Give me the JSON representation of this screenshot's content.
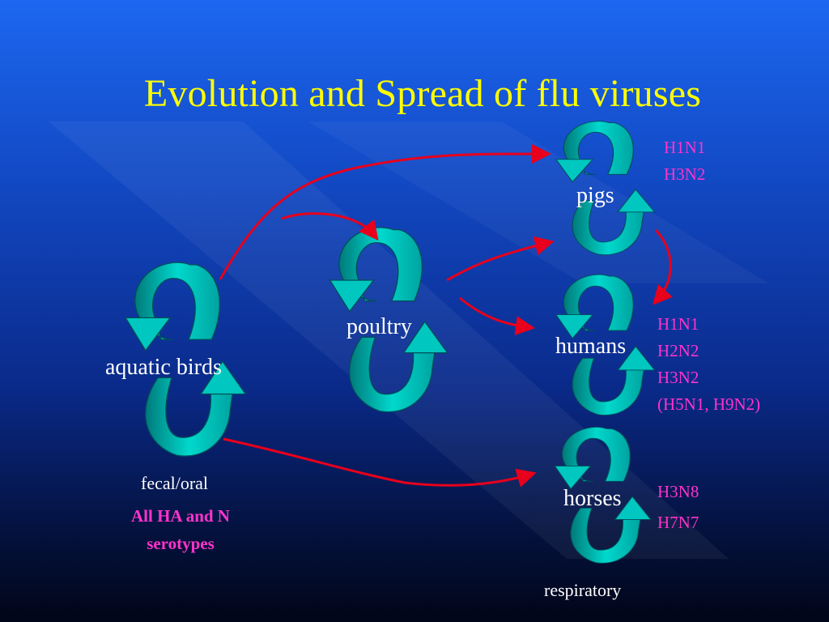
{
  "title": "Evolution and Spread of flu viruses",
  "colors": {
    "background_top": "#1c67f0",
    "background_bottom": "#010518",
    "title": "#ffff00",
    "arrow_fill": "#00c8c0",
    "transmission_arrows": "#e8001c",
    "serotype_text": "#ff33cc",
    "node_text": "#ffffff"
  },
  "nodes": {
    "aquatic_birds": "aquatic birds",
    "poultry": "poultry",
    "pigs": "pigs",
    "humans": "humans",
    "horses": "horses"
  },
  "notes": {
    "fecal_oral": "fecal/oral",
    "respiratory": "respiratory",
    "all_serotypes_line1": "All HA and N",
    "all_serotypes_line2": "serotypes"
  },
  "serotypes": {
    "pigs": [
      "H1N1",
      "H3N2"
    ],
    "humans": [
      "H1N1",
      "H2N2",
      "H3N2",
      "(H5N1, H9N2)"
    ],
    "horses": [
      "H3N8",
      "H7N7"
    ]
  },
  "icons": {
    "cycle": "circular-arrows-icon",
    "transmission": "red-curved-arrow"
  }
}
